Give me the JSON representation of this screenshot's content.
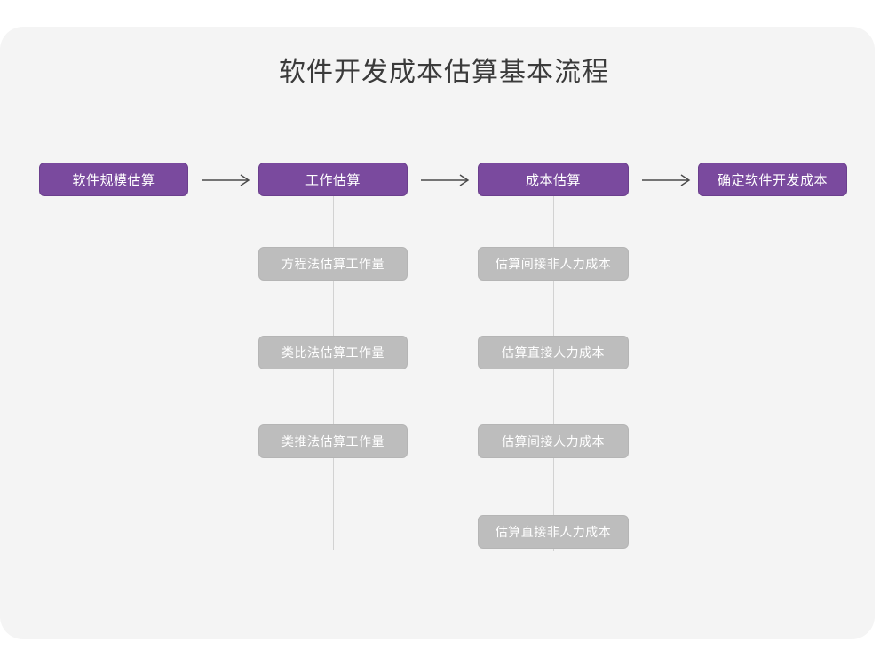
{
  "diagram": {
    "title": "软件开发成本估算基本流程",
    "type": "flowchart",
    "colors": {
      "canvas_background": "#f4f4f4",
      "page_background": "#ffffff",
      "primary_node_fill": "#7a4a9e",
      "primary_node_border": "#6b3f8d",
      "primary_node_text": "#ffffff",
      "secondary_node_fill": "#bdbdbd",
      "secondary_node_text": "#ffffff",
      "connector_line": "#d2d2d2",
      "arrow": "#4a4a4a",
      "title_text": "#3b3b3b"
    },
    "main_flow": [
      {
        "id": "size",
        "label": "软件规模估算"
      },
      {
        "id": "effort",
        "label": "工作估算"
      },
      {
        "id": "cost",
        "label": "成本估算"
      },
      {
        "id": "final",
        "label": "确定软件开发成本"
      }
    ],
    "arrows": [
      {
        "id": "arrow-1",
        "from": "软件规模估算",
        "to": "工作估算",
        "glyph": "→"
      },
      {
        "id": "arrow-2",
        "from": "工作估算",
        "to": "成本估算",
        "glyph": "→"
      },
      {
        "id": "arrow-3",
        "from": "成本估算",
        "to": "确定软件开发成本",
        "glyph": "→"
      }
    ],
    "branches": [
      {
        "parent": "工作估算",
        "items": [
          "方程法估算工作量",
          "类比法估算工作量",
          "类推法估算工作量"
        ]
      },
      {
        "parent": "成本估算",
        "items": [
          "估算间接非人力成本",
          "估算直接人力成本",
          "估算间接人力成本",
          "估算直接非人力成本"
        ]
      }
    ]
  }
}
